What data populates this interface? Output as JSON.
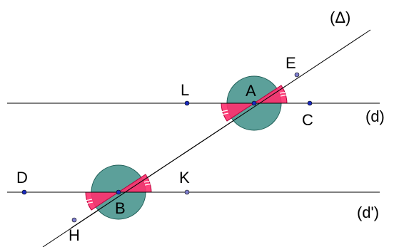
{
  "labels": {
    "delta": "(Δ)",
    "d": "(d)",
    "d_prime": "(d')",
    "A": "A",
    "B": "B",
    "C": "C",
    "D": "D",
    "E": "E",
    "H": "H",
    "K": "K",
    "L": "L"
  },
  "colors": {
    "angle_full": "#3f8f88",
    "angle_sector": "#ff2f6e",
    "point": "#1a2bbf",
    "line": "#000000"
  }
}
